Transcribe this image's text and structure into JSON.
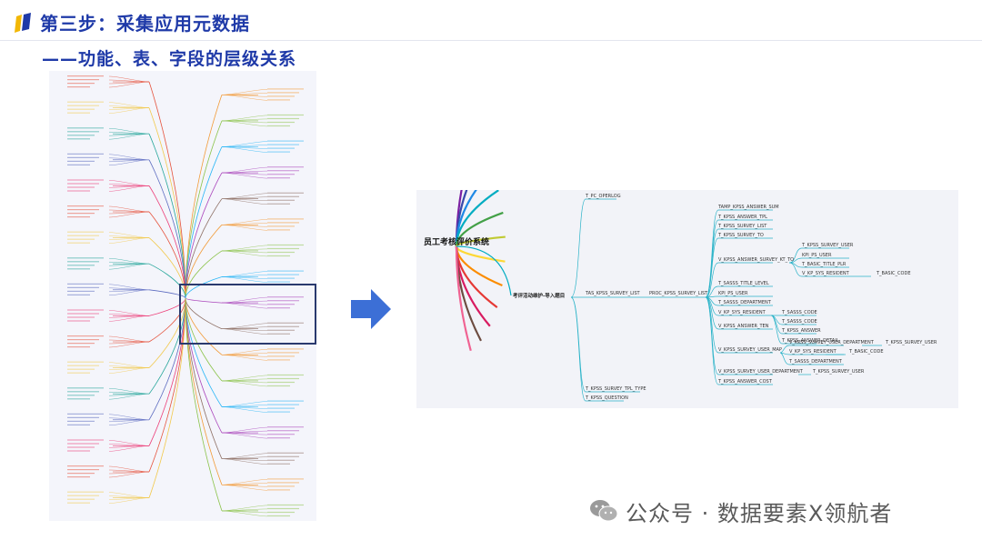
{
  "header": {
    "title": "第三步：采集应用元数据",
    "subtitle": "——功能、表、字段的层级关系",
    "logo_icon": "logo-bars-icon",
    "accent_color": "#1f3aa8",
    "logo_colors": [
      "#f2b705",
      "#1f3aa8"
    ]
  },
  "overview_map": {
    "icon": "mindmap-overview"
  },
  "arrow": {
    "icon": "right-arrow-icon",
    "color": "#3c6fd6"
  },
  "detail_map": {
    "root": "员工考核评价系统",
    "branch": "考评活动维护-导入题目",
    "level1": [
      {
        "label": "T_PC_OPERLOG"
      },
      {
        "label": "TAS_KPSS_SURVEY_LIST"
      },
      {
        "label": "T_KPSS_SURVEY_TPL_TYPE"
      },
      {
        "label": "T_KPSS_QUESTION"
      }
    ],
    "level2": "PROC_KPSS_SURVEY_LIST",
    "level3": [
      "TAMP_KPSS_ANSWER_SUM",
      "T_KPSS_ANSWER_TPL",
      "T_KPSS_SURVEY_LIST",
      "T_KPSS_SURVEY_TO",
      "V_KPSS_ANSWER_SURVEY_KT_TO",
      "T_SASSS_TITLE_LEVEL",
      "KPI_PS_USER",
      "T_SASSS_DEPARTMENT",
      "V_KP_SYS_RESIDENT",
      "V_KPSS_ANSWER_TEN",
      "V_KPSS_SURVEY_USER_MAP",
      "V_KPSS_SURVEY_USER_DEPARTMENT",
      "T_KPSS_ANSWER_COST"
    ],
    "level4": [
      "T_KPSS_SURVEY_USER",
      "KPI_PS_USER",
      "T_BASIC_TITLE_PLR",
      "V_KP_SYS_RESIDENT",
      "T_SASSS_CODE",
      "T_SASSS_CODE",
      "T_KPSS_ANSWER",
      "T_KPSS_ANSWER_DETAIL",
      "V_KPSS_SURVEY_USER_DEPARTMENT",
      "V_KP_SYS_RESIDENT",
      "T_SASSS_DEPARTMENT",
      "T_KPSS_SURVEY_USER"
    ],
    "level5": [
      "T_BASIC_CODE",
      "T_KPSS_SURVEY_USER",
      "T_BASIC_CODE"
    ]
  },
  "watermark": {
    "icon": "wechat-icon",
    "text": "公众号 · 数据要素X领航者"
  }
}
